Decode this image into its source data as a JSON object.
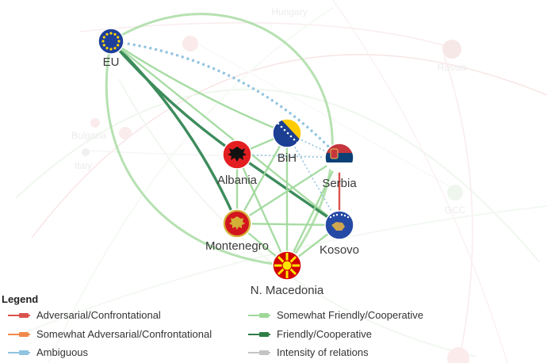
{
  "background_labels": [
    "Hungary",
    "Russia",
    "Bulgaria",
    "Italy",
    "GCC"
  ],
  "nodes": [
    {
      "id": "eu",
      "label": "EU",
      "flag": "eu-flag-icon"
    },
    {
      "id": "bih",
      "label": "BiH",
      "flag": "bih-flag-icon"
    },
    {
      "id": "albania",
      "label": "Albania",
      "flag": "albania-flag-icon"
    },
    {
      "id": "serbia",
      "label": "Serbia",
      "flag": "serbia-flag-icon"
    },
    {
      "id": "montenegro",
      "label": "Montenegro",
      "flag": "montenegro-flag-icon"
    },
    {
      "id": "kosovo",
      "label": "Kosovo",
      "flag": "kosovo-flag-icon"
    },
    {
      "id": "nmacedonia",
      "label": "N. Macedonia",
      "flag": "north-macedonia-flag-icon"
    }
  ],
  "edges": [
    {
      "from": "eu",
      "to": "albania",
      "type": "friendly"
    },
    {
      "from": "eu",
      "to": "montenegro",
      "type": "friendly"
    },
    {
      "from": "eu",
      "to": "bih",
      "type": "somewhat_friendly"
    },
    {
      "from": "eu",
      "to": "serbia",
      "type": "ambiguous"
    },
    {
      "from": "eu",
      "to": "kosovo",
      "type": "somewhat_friendly"
    },
    {
      "from": "eu",
      "to": "nmacedonia",
      "type": "somewhat_friendly"
    },
    {
      "from": "albania",
      "to": "kosovo",
      "type": "friendly"
    },
    {
      "from": "albania",
      "to": "montenegro",
      "type": "somewhat_friendly"
    },
    {
      "from": "albania",
      "to": "nmacedonia",
      "type": "somewhat_friendly"
    },
    {
      "from": "albania",
      "to": "bih",
      "type": "somewhat_friendly"
    },
    {
      "from": "albania",
      "to": "serbia",
      "type": "ambiguous"
    },
    {
      "from": "bih",
      "to": "serbia",
      "type": "ambiguous"
    },
    {
      "from": "bih",
      "to": "montenegro",
      "type": "somewhat_friendly"
    },
    {
      "from": "bih",
      "to": "nmacedonia",
      "type": "somewhat_friendly"
    },
    {
      "from": "bih",
      "to": "kosovo",
      "type": "ambiguous"
    },
    {
      "from": "serbia",
      "to": "kosovo",
      "type": "adversarial"
    },
    {
      "from": "serbia",
      "to": "montenegro",
      "type": "somewhat_friendly"
    },
    {
      "from": "serbia",
      "to": "nmacedonia",
      "type": "somewhat_friendly"
    },
    {
      "from": "montenegro",
      "to": "nmacedonia",
      "type": "somewhat_friendly"
    },
    {
      "from": "montenegro",
      "to": "kosovo",
      "type": "somewhat_friendly"
    },
    {
      "from": "kosovo",
      "to": "nmacedonia",
      "type": "somewhat_friendly"
    }
  ],
  "relation_colors": {
    "adversarial": "#d9534f",
    "somewhat_adversarial": "#f0894a",
    "ambiguous": "#8fc3e0",
    "somewhat_friendly": "#9fd89a",
    "friendly": "#3d8c5c",
    "intensity": "#c4c4c4"
  },
  "legend": {
    "title": "Legend",
    "items": [
      {
        "label": "Adversarial/Confrontational",
        "color": "#d9534f"
      },
      {
        "label": "Somewhat Adversarial/Confrontational",
        "color": "#f0894a"
      },
      {
        "label": "Ambiguous",
        "color": "#8fc3e0"
      },
      {
        "label": "Somewhat Friendly/Cooperative",
        "color": "#9fd89a"
      },
      {
        "label": "Friendly/Cooperative",
        "color": "#2e7d46"
      },
      {
        "label": "Intensity of relations",
        "color": "#c4c4c4"
      }
    ]
  }
}
